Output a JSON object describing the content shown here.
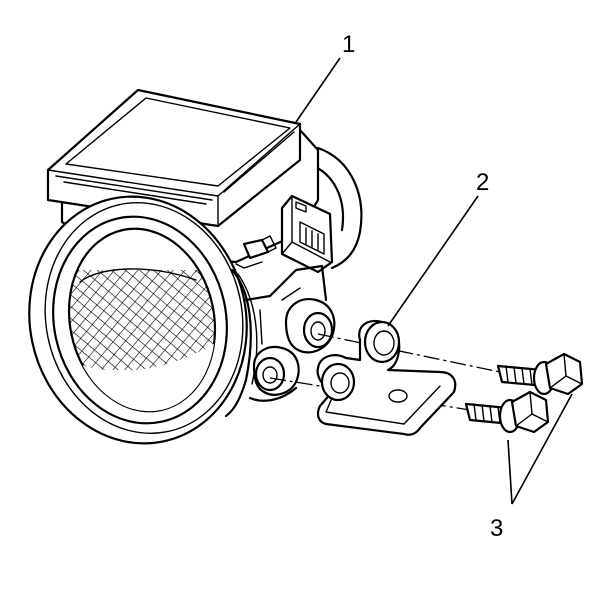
{
  "callouts": {
    "sensor": "1",
    "bracket": "2",
    "bolts": "3"
  }
}
